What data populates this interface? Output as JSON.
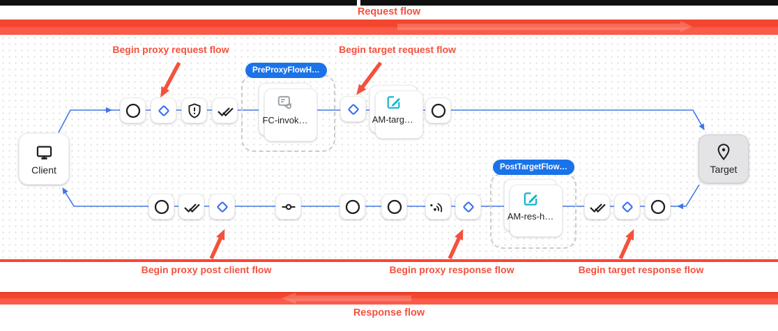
{
  "banners": {
    "request": "Request flow",
    "response": "Response flow"
  },
  "annotations": {
    "proxy_request": "Begin proxy request flow",
    "target_request": "Begin target request flow",
    "proxy_post_client": "Begin proxy post client flow",
    "proxy_response": "Begin proxy response flow",
    "target_response": "Begin target response flow"
  },
  "endpoints": {
    "client": "Client",
    "target": "Target"
  },
  "flow_hooks": {
    "pre_proxy": {
      "badge": "PreProxyFlowH…",
      "policy": "FC-invok…"
    },
    "post_target": {
      "badge": "PostTargetFlow…",
      "policy": "AM-res-h…"
    }
  },
  "policies": {
    "am_target": "AM-targe…"
  },
  "colors": {
    "annotation_red": "#f4513d",
    "banner_bar_red": "#f3462f",
    "flow_line_blue": "#4077e6",
    "diamond_blue": "#3a6fe8",
    "badge_blue": "#1a73e8",
    "policy_icon_teal": "#12b5cb",
    "policy_icon_gray": "#9aa0a6",
    "target_fill_gray": "#e4e4e6"
  },
  "icons": {
    "client": "monitor-icon",
    "target": "place-pin-icon",
    "step_kinds": [
      "circle-step-icon",
      "condition-diamond-icon",
      "shield-check-icon",
      "done-all-icon",
      "endpoint-socket-icon",
      "broadcast-icon"
    ],
    "policy_kinds": [
      "flow-callout-icon",
      "assign-message-edit-icon"
    ]
  }
}
